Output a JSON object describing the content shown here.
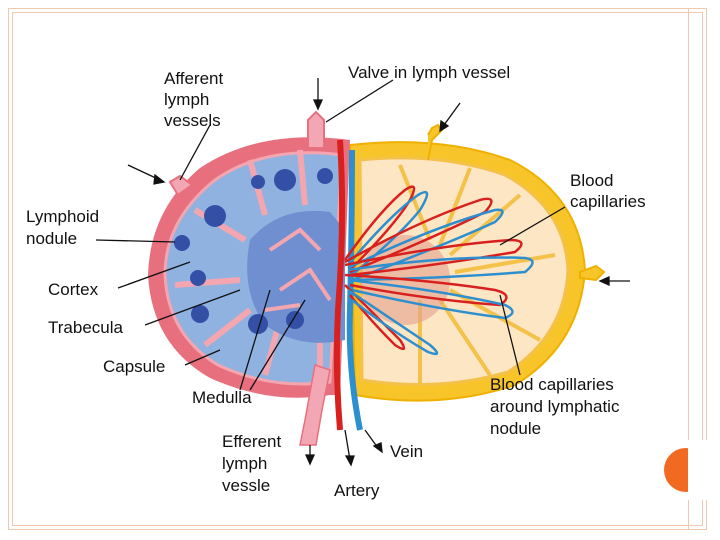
{
  "labels": {
    "afferent": [
      "Afferent",
      "lymph",
      "vessels"
    ],
    "valve": "Valve in lymph vessel",
    "blood_capillaries": [
      "Blood",
      "capillaries"
    ],
    "lymphoid_nodule": [
      "Lymphoid",
      "nodule"
    ],
    "cortex": "Cortex",
    "trabecula": "Trabecula",
    "capsule": "Capsule",
    "medulla": "Medulla",
    "efferent": [
      "Efferent",
      "lymph",
      "vessle"
    ],
    "artery": "Artery",
    "vein": "Vein",
    "capillaries_around": [
      "Blood capillaries",
      "around lymphatic",
      "nodule"
    ]
  },
  "colors": {
    "capsule": "#e8707e",
    "cortex_blue": "#8fb2e0",
    "medulla_blue": "#6f8fd0",
    "nodule_dark": "#3350a6",
    "yellow": "#f7c52a",
    "cream": "#fde6c4",
    "artery": "#d8201e",
    "vein": "#2d8fd0",
    "accent": "#f26a22",
    "frame": "#f2c7b0"
  }
}
